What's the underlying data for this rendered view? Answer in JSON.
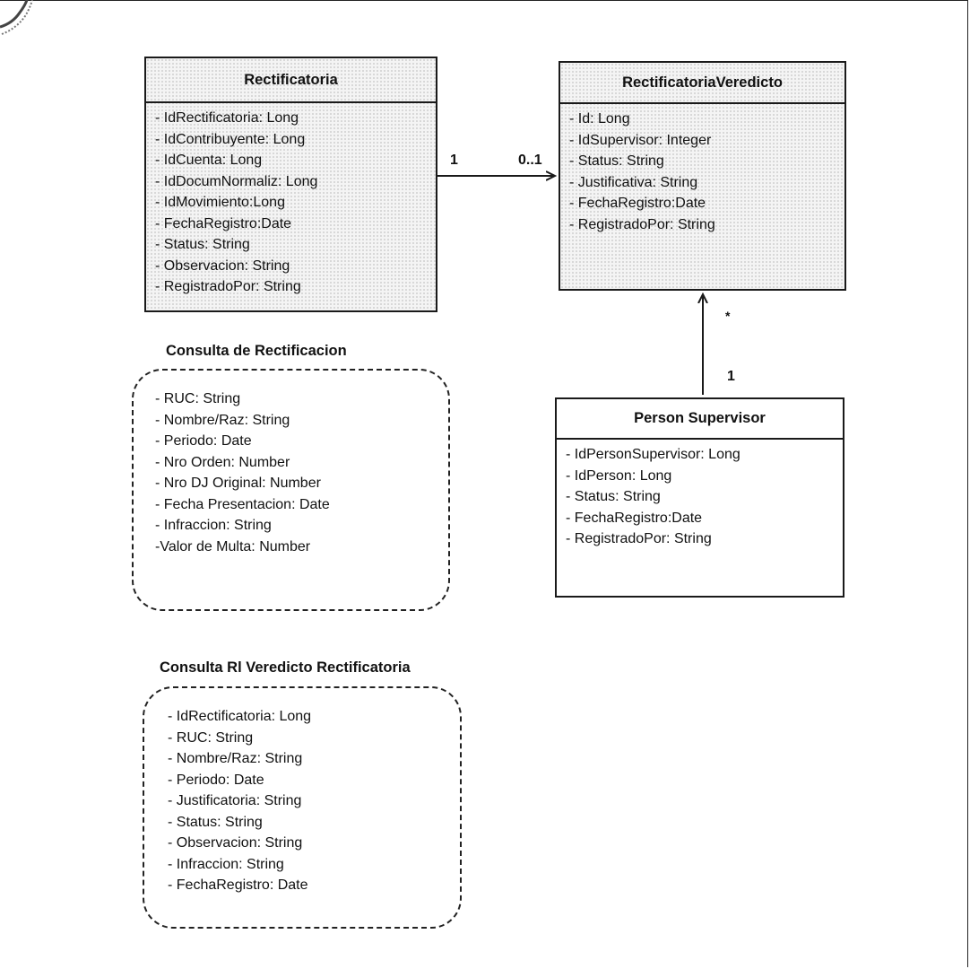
{
  "classes": {
    "rectificatoria": {
      "title": "Rectificatoria",
      "attributes": [
        "- IdRectificatoria: Long",
        "- IdContribuyente: Long",
        "- IdCuenta: Long",
        "- IdDocumNormaliz: Long",
        "- IdMovimiento:Long",
        "- FechaRegistro:Date",
        "- Status: String",
        "- Observacion: String",
        "- RegistradoPor: String"
      ]
    },
    "veredicto": {
      "title": "RectificatoriaVeredicto",
      "attributes": [
        "- Id: Long",
        "- IdSupervisor: Integer",
        "- Status: String",
        "- Justificativa: String",
        "- FechaRegistro:Date",
        "- RegistradoPor: String"
      ]
    },
    "supervisor": {
      "title": "Person Supervisor",
      "attributes": [
        "- IdPersonSupervisor: Long",
        "- IdPerson: Long",
        "- Status: String",
        "- FechaRegistro:Date",
        "- RegistradoPor: String"
      ]
    }
  },
  "queries": {
    "consulta_rectificacion": {
      "title": "Consulta de Rectificacion",
      "attributes": [
        "- RUC: String",
        "- Nombre/Raz: String",
        "- Periodo: Date",
        "- Nro Orden: Number",
        "- Nro DJ Original: Number",
        "- Fecha Presentacion: Date",
        "- Infraccion: String",
        "-Valor de Multa: Number"
      ]
    },
    "consulta_veredicto": {
      "title": "Consulta Rl Veredicto Rectificatoria",
      "attributes": [
        "- IdRectificatoria: Long",
        "- RUC: String",
        "- Nombre/Raz: String",
        "- Periodo: Date",
        "- Justificatoria: String",
        "- Status: String",
        "- Observacion: String",
        "- Infraccion: String",
        "- FechaRegistro: Date"
      ]
    }
  },
  "associations": {
    "rectificatoria_veredicto": {
      "source_multiplicity": "1",
      "target_multiplicity": "0..1"
    },
    "supervisor_veredicto": {
      "source_multiplicity": "1",
      "target_multiplicity": "*"
    }
  },
  "colors": {
    "stroke": "#1a1a1a",
    "background": "#ffffff"
  }
}
